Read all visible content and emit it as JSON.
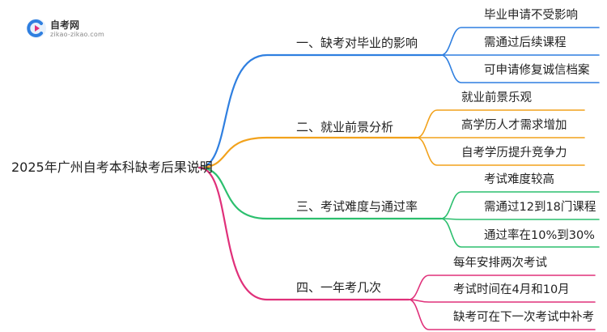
{
  "logo": {
    "title": "自考网",
    "subtitle": "zikao-zikao.com"
  },
  "root": {
    "label": "2025年广州自考本科缺考后果说明"
  },
  "colors": {
    "blue": "#2f7fe0",
    "orange": "#f2a21c",
    "green": "#2cbf6e",
    "pink": "#e0307a"
  },
  "branches": [
    {
      "label": "一、缺考对毕业的影响",
      "color": "#2f7fe0",
      "leaves": [
        "毕业申请不受影响",
        "需通过后续课程",
        "可申请修复诚信档案"
      ]
    },
    {
      "label": "二、就业前景分析",
      "color": "#f2a21c",
      "leaves": [
        "就业前景乐观",
        "高学历人才需求增加",
        "自考学历提升竞争力"
      ]
    },
    {
      "label": "三、考试难度与通过率",
      "color": "#2cbf6e",
      "leaves": [
        "考试难度较高",
        "需通过12到18门课程",
        "通过率在10%到30%"
      ]
    },
    {
      "label": "四、一年考几次",
      "color": "#e0307a",
      "leaves": [
        "每年安排两次考试",
        "考试时间在4月和10月",
        "缺考可在下一次考试中补考"
      ]
    }
  ]
}
